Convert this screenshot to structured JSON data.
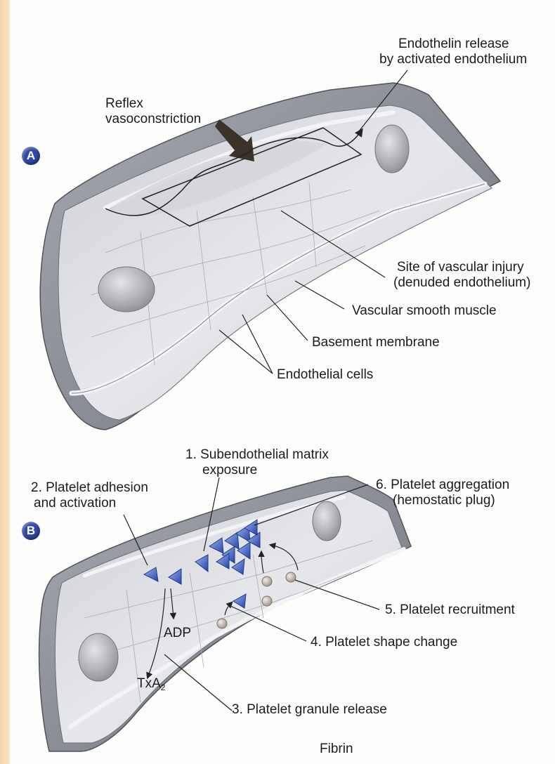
{
  "panel_a": {
    "badge": "A",
    "labels": {
      "endothelin_line1": "Endothelin release",
      "endothelin_line2": "by activated endothelium",
      "reflex_line1": "Reflex",
      "reflex_line2": "vasoconstriction",
      "injury_line1": "Site of vascular injury",
      "injury_line2": "(denuded endothelium)",
      "smooth_muscle": "Vascular smooth muscle",
      "basement_membrane": "Basement membrane",
      "endothelial_cells": "Endothelial cells"
    }
  },
  "panel_b": {
    "badge": "B",
    "labels": {
      "step1_line1": "1. Subendothelial matrix",
      "step1_line2": "exposure",
      "step2_line1": "2. Platelet adhesion",
      "step2_line2": "and activation",
      "step6_line1": "6. Platelet aggregation",
      "step6_line2": "(hemostatic plug)",
      "step5": "5. Platelet  recruitment",
      "adp": "ADP",
      "txa_main": "TxA",
      "txa_sub": "2",
      "step4": "4. Platelet shape change",
      "step3": "3. Platelet granule release",
      "fibrin": "Fibrin"
    }
  },
  "colors": {
    "vessel_outer": "#8c8f96",
    "vessel_inner": "#c9cbd1",
    "vessel_lumen": "#e3e4e8",
    "platelet_active": "#3f63c9",
    "platelet_resting": "#c9c2b4",
    "badge": "#2f49a8"
  }
}
